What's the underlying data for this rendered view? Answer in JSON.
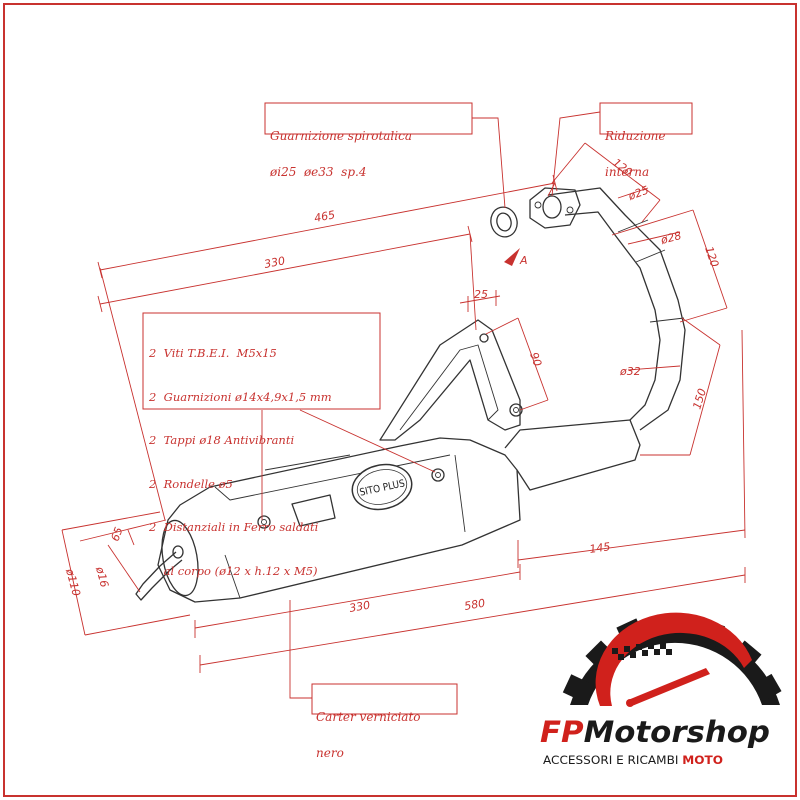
{
  "labels": {
    "gasket_line1": "Guarnizione spirotalica",
    "gasket_line2": "øi25  øe33  sp.4",
    "reduction_line1": "Riduzione",
    "reduction_line2": "interna",
    "parts": [
      "2  Viti T.B.E.I.  M5x15",
      "2  Guarnizioni ø14x4,9x1,5 mm",
      "2  Tappi ø18 Antivibranti",
      "2  Rondelle ø5",
      "2  Distanziali in Ferro saldati",
      "    al corpo (ø12 x h.12 x M5)"
    ],
    "carter_line1": "Carter verniciato",
    "carter_line2": "nero",
    "view_a": "A"
  },
  "dimensions": {
    "d465": "465",
    "d330_top": "330",
    "d120_top": "120",
    "phi25": "ø25",
    "phi28": "ø28",
    "d120_right": "120",
    "d25": "25",
    "d90": "90",
    "phi32": "ø32",
    "d150": "150",
    "d145": "145",
    "d65": "65",
    "phi16": "ø16",
    "phi110": "ø110",
    "d330_bottom": "330",
    "d580": "580"
  },
  "product": {
    "brand_badge": "SITO PLUS"
  },
  "logo": {
    "name_fp": "FP",
    "name_motor": "Motorshop",
    "tagline_main": "ACCESSORI E RICAMBI ",
    "tagline_accent": "MOTO"
  },
  "colors": {
    "dimension_red": "#c8322f",
    "outline": "#333333",
    "logo_black": "#1a1a1a",
    "logo_red": "#d0211c"
  }
}
